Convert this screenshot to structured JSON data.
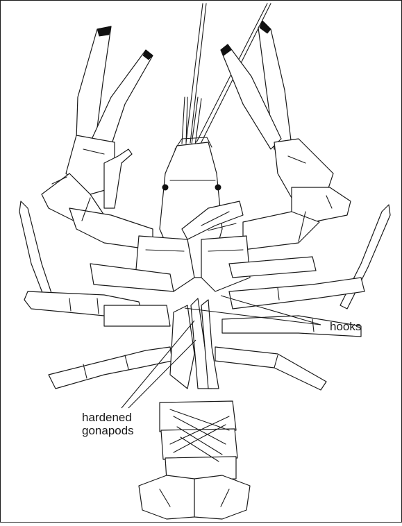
{
  "labels": {
    "hooks": "hooks",
    "gonapods_line1": "hardened",
    "gonapods_line2": "gonapods"
  }
}
